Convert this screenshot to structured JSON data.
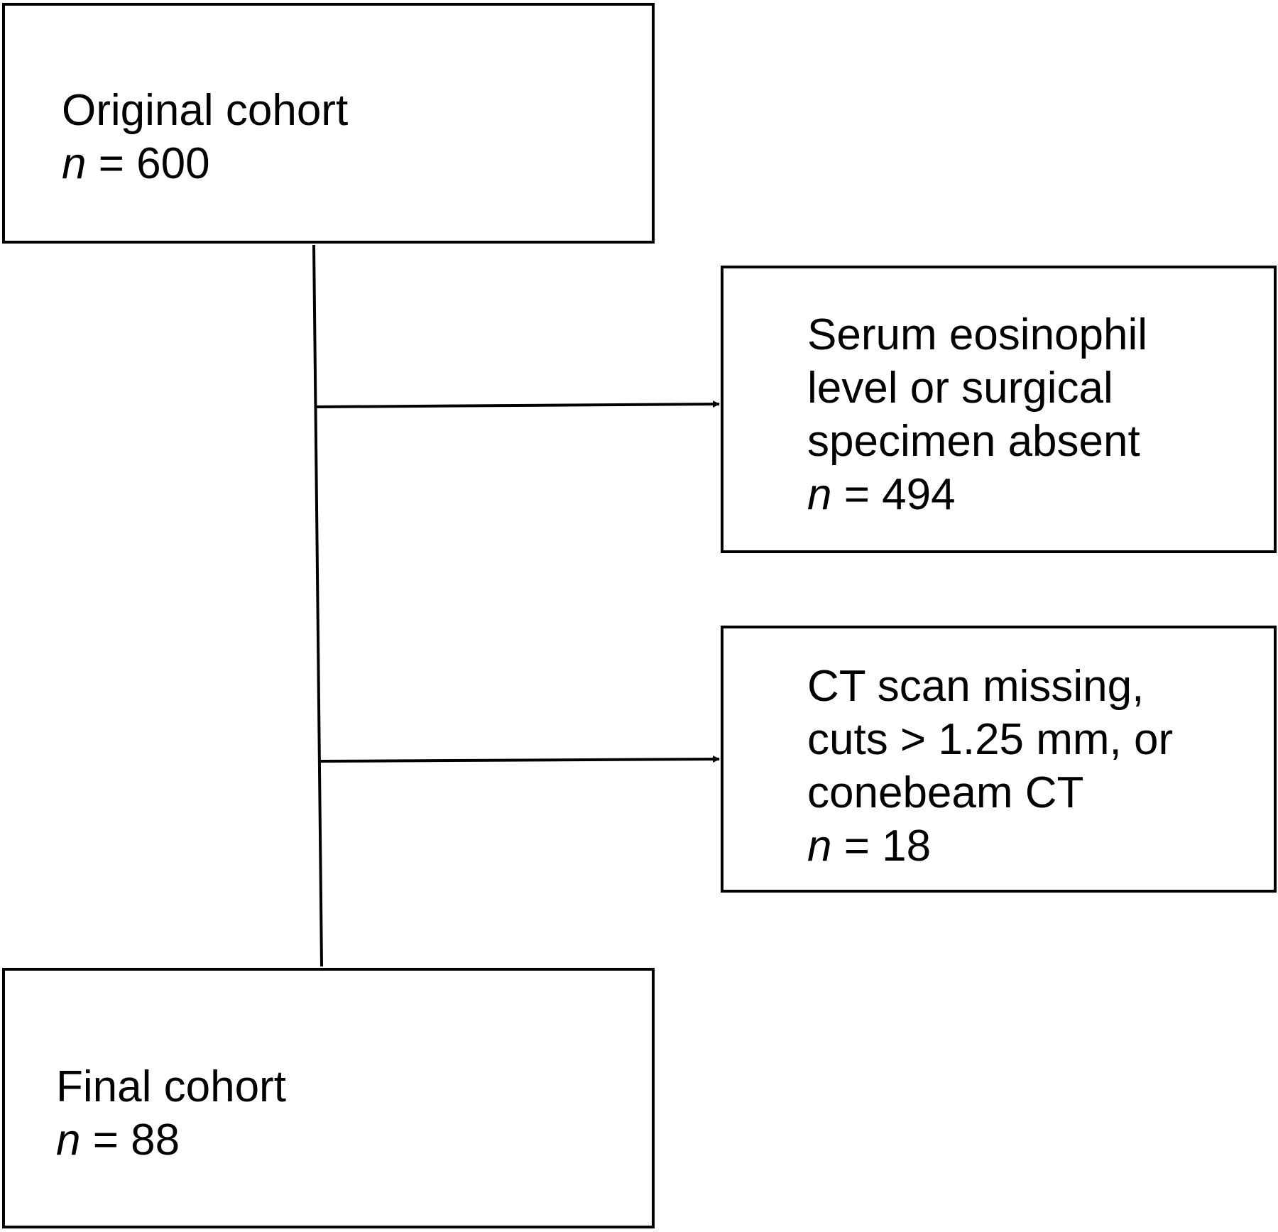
{
  "boxes": {
    "original": {
      "label": "Original cohort",
      "n_var": "n",
      "n_value": " = 600"
    },
    "excluded_1": {
      "lines": [
        "Serum eosinophil",
        "level or surgical",
        "specimen absent"
      ],
      "n_var": "n",
      "n_value": " = 494"
    },
    "excluded_2": {
      "lines": [
        "CT scan missing,",
        "cuts > 1.25 mm, or",
        "conebeam CT"
      ],
      "n_var": "n",
      "n_value": " = 18"
    },
    "final": {
      "label": "Final cohort",
      "n_var": "n",
      "n_value": " = 88"
    }
  },
  "colors": {
    "stroke": "#000000",
    "background": "#ffffff"
  }
}
